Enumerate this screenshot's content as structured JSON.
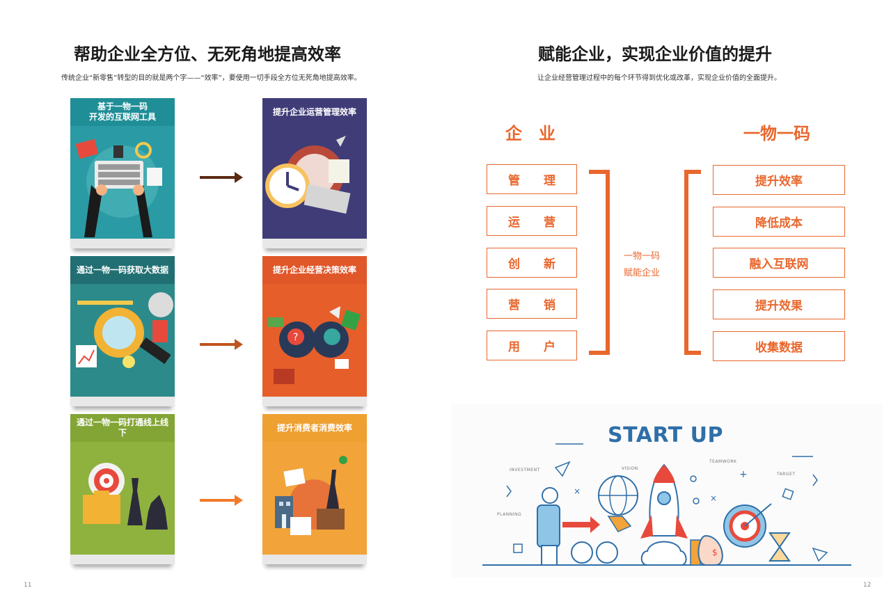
{
  "left": {
    "title": "帮助企业全方位、无死角地提高效率",
    "subtitle": "传统企业“新零售”转型的目的就是两个字——“效率”，要使用一切手段全方位无死角地提高效率。",
    "page_number": "11",
    "cards": [
      {
        "label": "基于一物一码\n开发的互联网工具",
        "color": "#2a9ba4"
      },
      {
        "label": "提升企业运营管理效率",
        "color": "#3f3c78"
      },
      {
        "label": "通过一物一码获取大数据",
        "color": "#2d8a8a"
      },
      {
        "label": "提升企业经营决策效率",
        "color": "#e65e2a"
      },
      {
        "label": "通过一物一码打通线上线下",
        "color": "#8fb13e"
      },
      {
        "label": "提升消费者消费效率",
        "color": "#f2a33a"
      }
    ],
    "arrow_colors": [
      "#5a2a12",
      "#c0541e",
      "#f07a2a"
    ]
  },
  "right": {
    "title": "赋能企业，实现企业价值的提升",
    "subtitle": "让企业经营管理过程中的每个环节得到优化或改革，实现企业价值的全面提升。",
    "page_number": "12",
    "left_heading": "企　业",
    "right_heading": "一物一码",
    "left_items": [
      [
        "管",
        "理"
      ],
      [
        "运",
        "营"
      ],
      [
        "创",
        "新"
      ],
      [
        "营",
        "销"
      ],
      [
        "用",
        "户"
      ]
    ],
    "center_line1": "一物一码",
    "center_line2": "赋能企业",
    "right_items": [
      "提升效率",
      "降低成本",
      "融入互联网",
      "提升效果",
      "收集数据"
    ],
    "accent": "#e8672d"
  },
  "startup": {
    "title": "START UP",
    "labels": [
      "INVESTMENT",
      "VISION",
      "TEAMWORK",
      "TARGET",
      "PLANNING"
    ]
  }
}
